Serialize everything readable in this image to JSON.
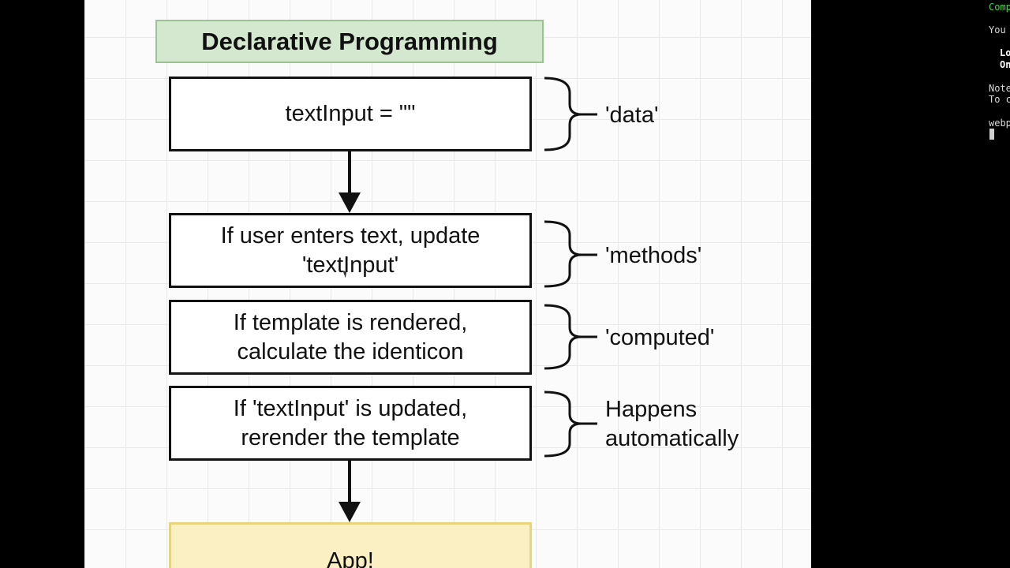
{
  "diagram": {
    "title": "Declarative Programming",
    "steps": [
      {
        "text": "textInput = \"\"",
        "label": "'data'"
      },
      {
        "text": "If user enters text, update\n'textInput'",
        "label": "'methods'"
      },
      {
        "text": "If template is rendered,\ncalculate the identicon",
        "label": "'computed'"
      },
      {
        "text": "If 'textInput' is updated,\nrerender the template",
        "label": "Happens\nautomatically"
      }
    ],
    "app": "App!"
  },
  "terminal": {
    "lines": [
      "Comp",
      "You",
      "Lo",
      "On",
      "Note",
      "To c",
      "webp"
    ]
  }
}
